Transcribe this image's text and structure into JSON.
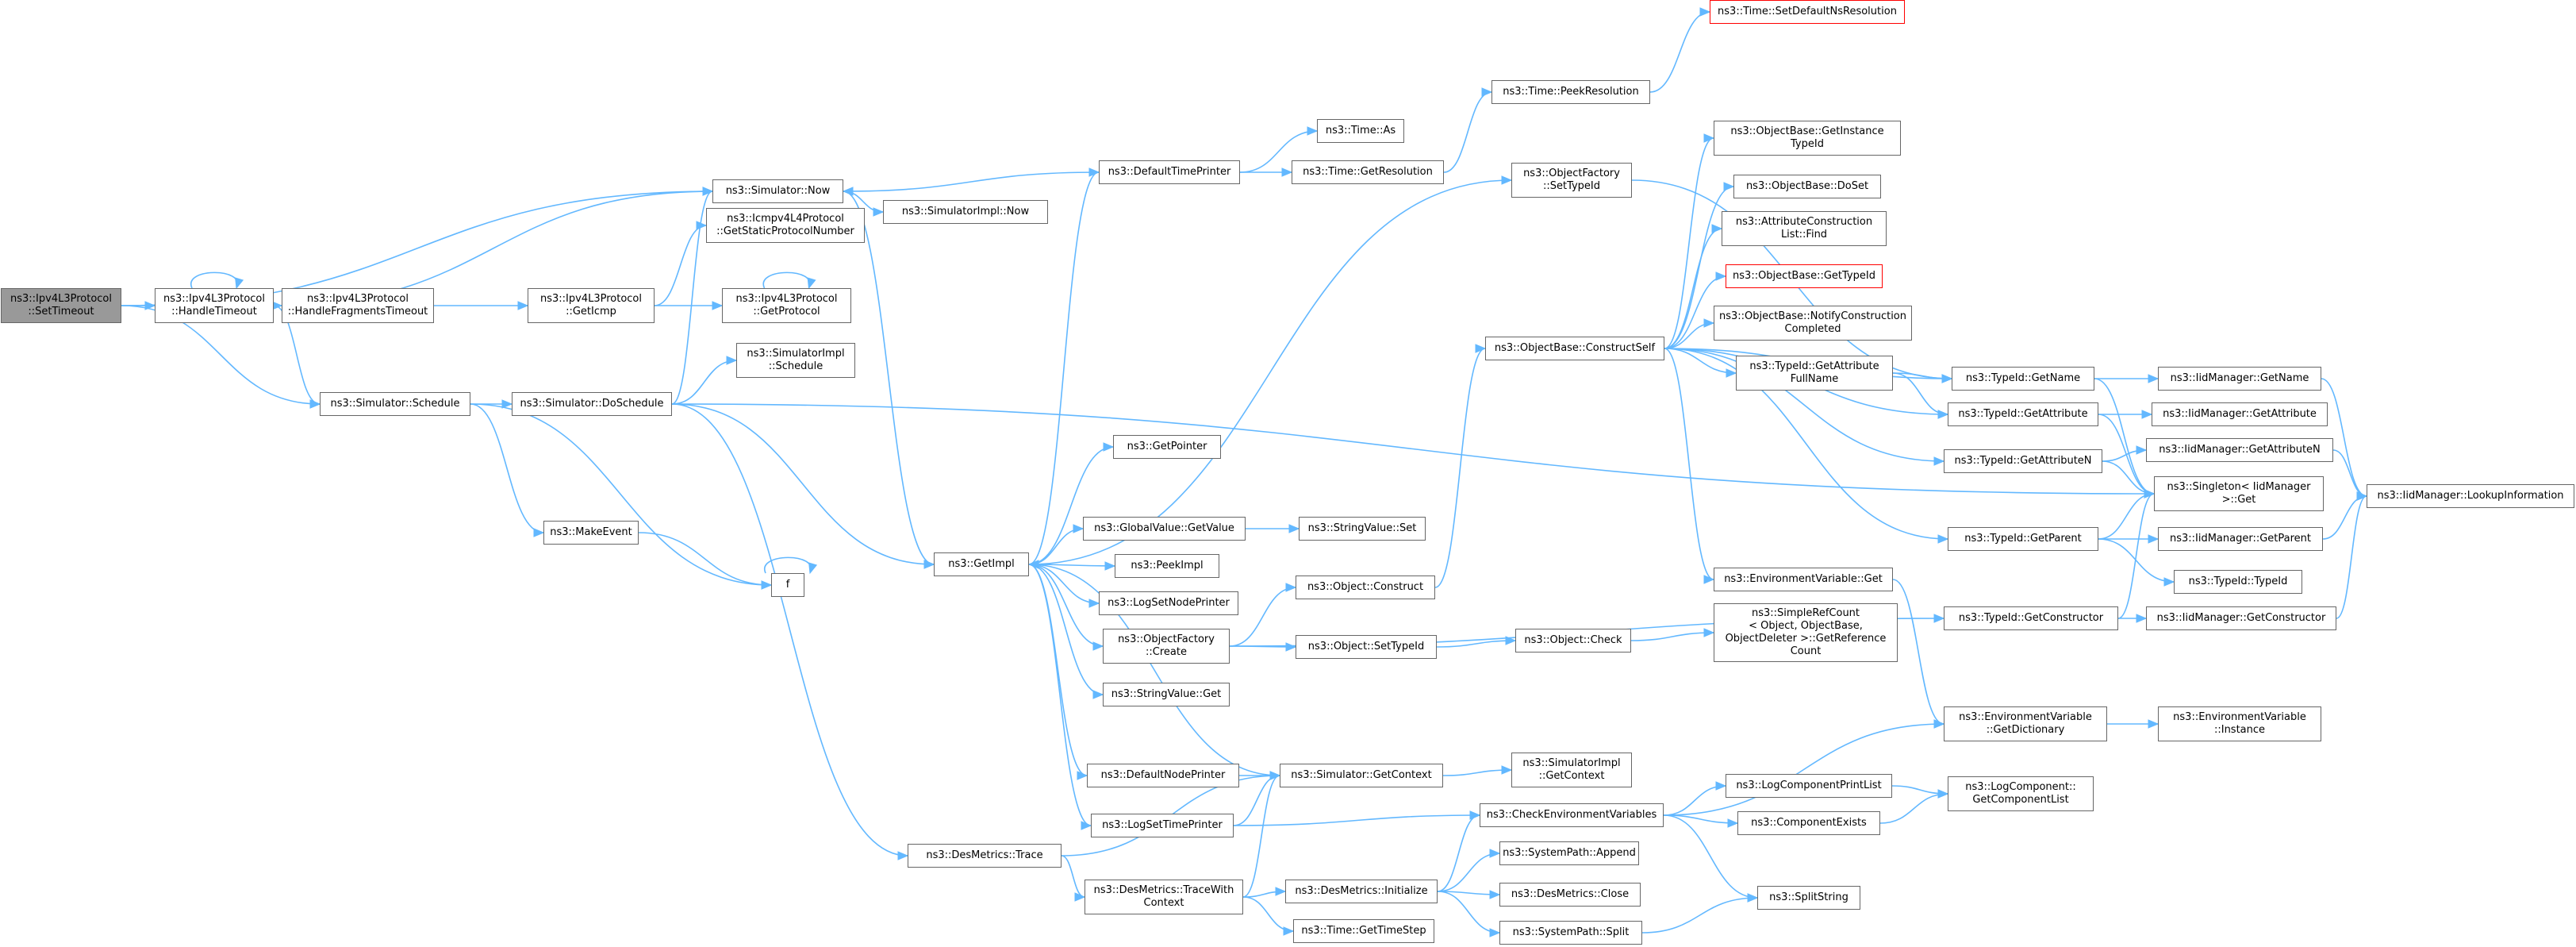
{
  "diagram": {
    "edge_color": "#63b8ff",
    "node_border_color": "#666666",
    "root_fill": "#999999",
    "truncated_border_color": "#ff0000",
    "nodes": [
      {
        "id": "settimeout",
        "label": "ns3::Ipv4L3Protocol\n::SetTimeout",
        "kind": "root"
      },
      {
        "id": "handletimeout",
        "label": "ns3::Ipv4L3Protocol\n::HandleTimeout",
        "kind": "normal"
      },
      {
        "id": "handlefrag",
        "label": "ns3::Ipv4L3Protocol\n::HandleFragmentsTimeout",
        "kind": "normal"
      },
      {
        "id": "geticmp",
        "label": "ns3::Ipv4L3Protocol\n::GetIcmp",
        "kind": "normal"
      },
      {
        "id": "icmpnum",
        "label": "ns3::Icmpv4L4Protocol\n::GetStaticProtocolNumber",
        "kind": "normal"
      },
      {
        "id": "getprotocol",
        "label": "ns3::Ipv4L3Protocol\n::GetProtocol",
        "kind": "normal"
      },
      {
        "id": "simnow",
        "label": "ns3::Simulator::Now",
        "kind": "normal"
      },
      {
        "id": "simimplnow",
        "label": "ns3::SimulatorImpl::Now",
        "kind": "normal"
      },
      {
        "id": "schedule",
        "label": "ns3::Simulator::Schedule",
        "kind": "normal"
      },
      {
        "id": "doschedule",
        "label": "ns3::Simulator::DoSchedule",
        "kind": "normal"
      },
      {
        "id": "simimplsched",
        "label": "ns3::SimulatorImpl\n::Schedule",
        "kind": "normal"
      },
      {
        "id": "makeevent",
        "label": "ns3::MakeEvent",
        "kind": "normal"
      },
      {
        "id": "f",
        "label": "f",
        "kind": "normal"
      },
      {
        "id": "getimpl",
        "label": "ns3::GetImpl",
        "kind": "normal"
      },
      {
        "id": "desmetricstrace",
        "label": "ns3::DesMetrics::Trace",
        "kind": "normal"
      },
      {
        "id": "tracewithctx",
        "label": "ns3::DesMetrics::TraceWith\nContext",
        "kind": "normal"
      },
      {
        "id": "defaulttimeprinter",
        "label": "ns3::DefaultTimePrinter",
        "kind": "normal"
      },
      {
        "id": "timeas",
        "label": "ns3::Time::As",
        "kind": "normal"
      },
      {
        "id": "getresolution",
        "label": "ns3::Time::GetResolution",
        "kind": "normal"
      },
      {
        "id": "peekresolution",
        "label": "ns3::Time::PeekResolution",
        "kind": "normal"
      },
      {
        "id": "setdefaultns",
        "label": "ns3::Time::SetDefaultNsResolution",
        "kind": "truncated"
      },
      {
        "id": "getpointer",
        "label": "ns3::GetPointer",
        "kind": "normal"
      },
      {
        "id": "gvgetvalue",
        "label": "ns3::GlobalValue::GetValue",
        "kind": "normal"
      },
      {
        "id": "svset",
        "label": "ns3::StringValue::Set",
        "kind": "normal"
      },
      {
        "id": "peekimpl",
        "label": "ns3::PeekImpl",
        "kind": "normal"
      },
      {
        "id": "logsetnodeprinter",
        "label": "ns3::LogSetNodePrinter",
        "kind": "normal"
      },
      {
        "id": "ofcreate",
        "label": "ns3::ObjectFactory\n::Create",
        "kind": "normal"
      },
      {
        "id": "svget",
        "label": "ns3::StringValue::Get",
        "kind": "normal"
      },
      {
        "id": "defaultnodeprinter",
        "label": "ns3::DefaultNodePrinter",
        "kind": "normal"
      },
      {
        "id": "logsettimeprinter",
        "label": "ns3::LogSetTimePrinter",
        "kind": "normal"
      },
      {
        "id": "simgetcontext",
        "label": "ns3::Simulator::GetContext",
        "kind": "normal"
      },
      {
        "id": "simimplgetctx",
        "label": "ns3::SimulatorImpl\n::GetContext",
        "kind": "normal"
      },
      {
        "id": "objconstruct",
        "label": "ns3::Object::Construct",
        "kind": "normal"
      },
      {
        "id": "objsettypeid",
        "label": "ns3::Object::SetTypeId",
        "kind": "normal"
      },
      {
        "id": "objcheck",
        "label": "ns3::Object::Check",
        "kind": "normal"
      },
      {
        "id": "simplerefcount",
        "label": "ns3::SimpleRefCount\n< Object, ObjectBase,\nObjectDeleter >::GetReference\nCount",
        "kind": "normal"
      },
      {
        "id": "ofsettypeid",
        "label": "ns3::ObjectFactory\n::SetTypeId",
        "kind": "normal"
      },
      {
        "id": "constructself",
        "label": "ns3::ObjectBase::ConstructSelf",
        "kind": "normal"
      },
      {
        "id": "getinstancetypeid",
        "label": "ns3::ObjectBase::GetInstance\nTypeId",
        "kind": "normal"
      },
      {
        "id": "doset",
        "label": "ns3::ObjectBase::DoSet",
        "kind": "normal"
      },
      {
        "id": "acfind",
        "label": "ns3::AttributeConstruction\nList::Find",
        "kind": "normal"
      },
      {
        "id": "obgettypeid",
        "label": "ns3::ObjectBase::GetTypeId",
        "kind": "truncated"
      },
      {
        "id": "notifyconstruction",
        "label": "ns3::ObjectBase::NotifyConstruction\nCompleted",
        "kind": "normal"
      },
      {
        "id": "getattrfullname",
        "label": "ns3::TypeId::GetAttribute\nFullName",
        "kind": "normal"
      },
      {
        "id": "typeidgetname",
        "label": "ns3::TypeId::GetName",
        "kind": "normal"
      },
      {
        "id": "typeidgetattr",
        "label": "ns3::TypeId::GetAttribute",
        "kind": "normal"
      },
      {
        "id": "typeidgetattrn",
        "label": "ns3::TypeId::GetAttributeN",
        "kind": "normal"
      },
      {
        "id": "singletonget",
        "label": "ns3::Singleton< IidManager\n>::Get",
        "kind": "normal"
      },
      {
        "id": "typeidgetparent",
        "label": "ns3::TypeId::GetParent",
        "kind": "normal"
      },
      {
        "id": "typeidtypeid",
        "label": "ns3::TypeId::TypeId",
        "kind": "normal"
      },
      {
        "id": "typeidgetctor",
        "label": "ns3::TypeId::GetConstructor",
        "kind": "normal"
      },
      {
        "id": "iidgetname",
        "label": "ns3::IidManager::GetName",
        "kind": "normal"
      },
      {
        "id": "iidgetattr",
        "label": "ns3::IidManager::GetAttribute",
        "kind": "normal"
      },
      {
        "id": "iidgetattrn",
        "label": "ns3::IidManager::GetAttributeN",
        "kind": "normal"
      },
      {
        "id": "iidgetparent",
        "label": "ns3::IidManager::GetParent",
        "kind": "normal"
      },
      {
        "id": "iidgetctor",
        "label": "ns3::IidManager::GetConstructor",
        "kind": "normal"
      },
      {
        "id": "lookupinfo",
        "label": "ns3::IidManager::LookupInformation",
        "kind": "normal"
      },
      {
        "id": "envget",
        "label": "ns3::EnvironmentVariable::Get",
        "kind": "normal"
      },
      {
        "id": "envgetdict",
        "label": "ns3::EnvironmentVariable\n::GetDictionary",
        "kind": "normal"
      },
      {
        "id": "envinstance",
        "label": "ns3::EnvironmentVariable\n::Instance",
        "kind": "normal"
      },
      {
        "id": "checkenv",
        "label": "ns3::CheckEnvironmentVariables",
        "kind": "normal"
      },
      {
        "id": "logcompprintlist",
        "label": "ns3::LogComponentPrintList",
        "kind": "normal"
      },
      {
        "id": "componentexists",
        "label": "ns3::ComponentExists",
        "kind": "normal"
      },
      {
        "id": "logcompgetlist",
        "label": "ns3::LogComponent::\nGetComponentList",
        "kind": "normal"
      },
      {
        "id": "splitstring",
        "label": "ns3::SplitString",
        "kind": "normal"
      },
      {
        "id": "desinit",
        "label": "ns3::DesMetrics::Initialize",
        "kind": "normal"
      },
      {
        "id": "spappend",
        "label": "ns3::SystemPath::Append",
        "kind": "normal"
      },
      {
        "id": "desclose",
        "label": "ns3::DesMetrics::Close",
        "kind": "normal"
      },
      {
        "id": "spsplit",
        "label": "ns3::SystemPath::Split",
        "kind": "normal"
      },
      {
        "id": "gettimestep",
        "label": "ns3::Time::GetTimeStep",
        "kind": "normal"
      }
    ],
    "edges": [
      [
        "settimeout",
        "handletimeout"
      ],
      [
        "settimeout",
        "simnow"
      ],
      [
        "settimeout",
        "schedule"
      ],
      [
        "handletimeout",
        "handletimeout"
      ],
      [
        "handletimeout",
        "handlefrag"
      ],
      [
        "handletimeout",
        "simnow"
      ],
      [
        "handletimeout",
        "schedule"
      ],
      [
        "handlefrag",
        "geticmp"
      ],
      [
        "geticmp",
        "icmpnum"
      ],
      [
        "geticmp",
        "getprotocol"
      ],
      [
        "getprotocol",
        "getprotocol"
      ],
      [
        "simnow",
        "simimplnow"
      ],
      [
        "simnow",
        "getimpl"
      ],
      [
        "schedule",
        "doschedule"
      ],
      [
        "schedule",
        "makeevent"
      ],
      [
        "schedule",
        "f"
      ],
      [
        "makeevent",
        "f"
      ],
      [
        "f",
        "f"
      ],
      [
        "doschedule",
        "simnow"
      ],
      [
        "doschedule",
        "simimplsched"
      ],
      [
        "doschedule",
        "getimpl"
      ],
      [
        "doschedule",
        "desmetricstrace"
      ],
      [
        "doschedule",
        "singletonget"
      ],
      [
        "getimpl",
        "defaulttimeprinter"
      ],
      [
        "getimpl",
        "getpointer"
      ],
      [
        "getimpl",
        "gvgetvalue"
      ],
      [
        "getimpl",
        "peekimpl"
      ],
      [
        "getimpl",
        "logsetnodeprinter"
      ],
      [
        "getimpl",
        "ofcreate"
      ],
      [
        "getimpl",
        "svget"
      ],
      [
        "getimpl",
        "defaultnodeprinter"
      ],
      [
        "getimpl",
        "logsettimeprinter"
      ],
      [
        "getimpl",
        "ofsettypeid"
      ],
      [
        "defaulttimeprinter",
        "simnow"
      ],
      [
        "defaulttimeprinter",
        "timeas"
      ],
      [
        "defaulttimeprinter",
        "getresolution"
      ],
      [
        "getresolution",
        "peekresolution"
      ],
      [
        "peekresolution",
        "setdefaultns"
      ],
      [
        "gvgetvalue",
        "svset"
      ],
      [
        "ofcreate",
        "objconstruct"
      ],
      [
        "ofcreate",
        "objsettypeid"
      ],
      [
        "ofcreate",
        "typeidgetctor"
      ],
      [
        "objsettypeid",
        "objcheck"
      ],
      [
        "objcheck",
        "simplerefcount"
      ],
      [
        "objconstruct",
        "constructself"
      ],
      [
        "defaultnodeprinter",
        "simgetcontext"
      ],
      [
        "logsettimeprinter",
        "simgetcontext"
      ],
      [
        "logsettimeprinter",
        "checkenv"
      ],
      [
        "simgetcontext",
        "getimpl"
      ],
      [
        "simgetcontext",
        "simimplgetctx"
      ],
      [
        "desmetricstrace",
        "simgetcontext"
      ],
      [
        "desmetricstrace",
        "tracewithctx"
      ],
      [
        "tracewithctx",
        "simgetcontext"
      ],
      [
        "tracewithctx",
        "desinit"
      ],
      [
        "tracewithctx",
        "gettimestep"
      ],
      [
        "desinit",
        "checkenv"
      ],
      [
        "desinit",
        "spappend"
      ],
      [
        "desinit",
        "desclose"
      ],
      [
        "desinit",
        "spsplit"
      ],
      [
        "spsplit",
        "splitstring"
      ],
      [
        "checkenv",
        "envgetdict"
      ],
      [
        "checkenv",
        "logcompprintlist"
      ],
      [
        "checkenv",
        "componentexists"
      ],
      [
        "checkenv",
        "splitstring"
      ],
      [
        "logcompprintlist",
        "logcompgetlist"
      ],
      [
        "componentexists",
        "logcompgetlist"
      ],
      [
        "ofsettypeid",
        "typeidgetname"
      ],
      [
        "constructself",
        "getinstancetypeid"
      ],
      [
        "constructself",
        "doset"
      ],
      [
        "constructself",
        "acfind"
      ],
      [
        "constructself",
        "obgettypeid"
      ],
      [
        "constructself",
        "notifyconstruction"
      ],
      [
        "constructself",
        "getattrfullname"
      ],
      [
        "constructself",
        "typeidgetname"
      ],
      [
        "constructself",
        "typeidgetattr"
      ],
      [
        "constructself",
        "typeidgetattrn"
      ],
      [
        "constructself",
        "typeidgetparent"
      ],
      [
        "constructself",
        "envget"
      ],
      [
        "getattrfullname",
        "typeidgetname"
      ],
      [
        "getattrfullname",
        "typeidgetattr"
      ],
      [
        "typeidgetname",
        "iidgetname"
      ],
      [
        "typeidgetname",
        "singletonget"
      ],
      [
        "typeidgetattr",
        "iidgetattr"
      ],
      [
        "typeidgetattr",
        "singletonget"
      ],
      [
        "typeidgetattrn",
        "iidgetattrn"
      ],
      [
        "typeidgetattrn",
        "singletonget"
      ],
      [
        "typeidgetparent",
        "singletonget"
      ],
      [
        "typeidgetparent",
        "iidgetparent"
      ],
      [
        "typeidgetparent",
        "typeidtypeid"
      ],
      [
        "typeidgetctor",
        "singletonget"
      ],
      [
        "typeidgetctor",
        "iidgetctor"
      ],
      [
        "iidgetname",
        "lookupinfo"
      ],
      [
        "iidgetattrn",
        "lookupinfo"
      ],
      [
        "iidgetparent",
        "lookupinfo"
      ],
      [
        "iidgetctor",
        "lookupinfo"
      ],
      [
        "envget",
        "envgetdict"
      ],
      [
        "envgetdict",
        "envinstance"
      ]
    ]
  }
}
